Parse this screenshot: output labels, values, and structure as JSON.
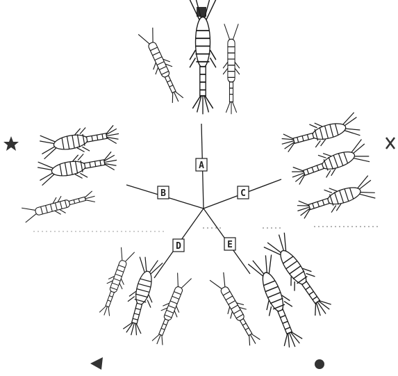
{
  "diagram": {
    "center_node": "",
    "branches": [
      {
        "id": "A",
        "label": "A",
        "group_marker": "square-symbol"
      },
      {
        "id": "B",
        "label": "B",
        "group_marker": "star-symbol"
      },
      {
        "id": "C",
        "label": "C",
        "group_marker": "x-symbol"
      },
      {
        "id": "D",
        "label": "D",
        "group_marker": "triangle-symbol"
      },
      {
        "id": "E",
        "label": "E",
        "group_marker": "circle-symbol"
      }
    ],
    "ink_color": "#1a1a1a",
    "background": "#ffffff"
  }
}
